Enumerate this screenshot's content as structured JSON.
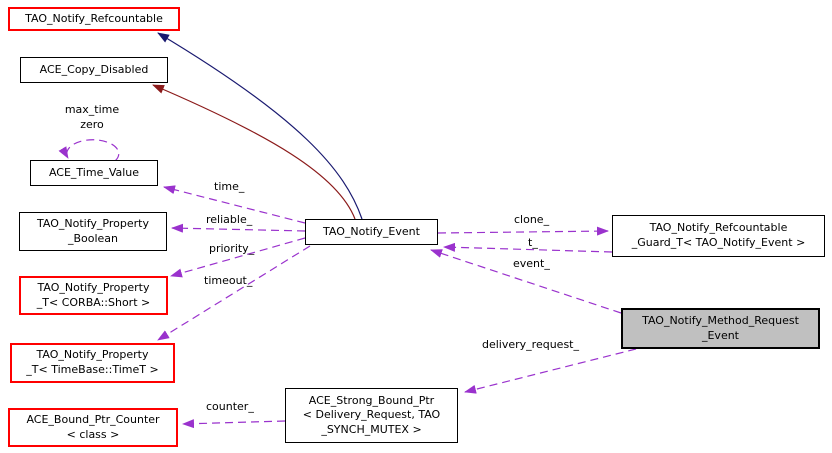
{
  "diagram": {
    "type": "class-collaboration-graph",
    "colors": {
      "background": "#ffffff",
      "public_inheritance_edge": "#191970",
      "private_inheritance_edge": "#8b1a1a",
      "usage_edge": "#9a32cd",
      "node_border": "#000000",
      "node_border_highlight": "#ff0000",
      "node_fill": "#ffffff",
      "current_node_fill": "#c0c0c0"
    },
    "nodes": {
      "refcountable": {
        "label": "TAO_Notify_Refcountable"
      },
      "copy_disabled": {
        "label": "ACE_Copy_Disabled"
      },
      "time_value": {
        "label": "ACE_Time_Value"
      },
      "property_boolean": {
        "label": "TAO_Notify_Property\n_Boolean"
      },
      "property_short": {
        "label": "TAO_Notify_Property\n_T< CORBA::Short >"
      },
      "property_timet": {
        "label": "TAO_Notify_Property\n_T< TimeBase::TimeT >"
      },
      "bound_ptr_counter": {
        "label": "ACE_Bound_Ptr_Counter\n< class >"
      },
      "notify_event": {
        "label": "TAO_Notify_Event"
      },
      "refcountable_guard": {
        "label": "TAO_Notify_Refcountable\n_Guard_T< TAO_Notify_Event >"
      },
      "method_request_event": {
        "label": "TAO_Notify_Method_Request\n_Event"
      },
      "strong_bound_ptr": {
        "label": "ACE_Strong_Bound_Ptr\n< Delivery_Request, TAO\n_SYNCH_MUTEX >"
      }
    },
    "edges": [
      {
        "from": "notify_event",
        "to": "refcountable",
        "type": "public-inheritance",
        "label": ""
      },
      {
        "from": "notify_event",
        "to": "copy_disabled",
        "type": "private-inheritance",
        "label": ""
      },
      {
        "from": "time_value",
        "to": "time_value",
        "type": "usage",
        "label": "max_time\nzero"
      },
      {
        "from": "notify_event",
        "to": "time_value",
        "type": "usage",
        "label": "time_"
      },
      {
        "from": "notify_event",
        "to": "property_boolean",
        "type": "usage",
        "label": "reliable_"
      },
      {
        "from": "notify_event",
        "to": "property_short",
        "type": "usage",
        "label": "priority_"
      },
      {
        "from": "notify_event",
        "to": "property_timet",
        "type": "usage",
        "label": "timeout_"
      },
      {
        "from": "notify_event",
        "to": "refcountable_guard",
        "type": "usage",
        "label": "clone_"
      },
      {
        "from": "refcountable_guard",
        "to": "notify_event",
        "type": "usage",
        "label": "t_"
      },
      {
        "from": "method_request_event",
        "to": "notify_event",
        "type": "usage",
        "label": "event_"
      },
      {
        "from": "method_request_event",
        "to": "strong_bound_ptr",
        "type": "usage",
        "label": "delivery_request_"
      },
      {
        "from": "strong_bound_ptr",
        "to": "bound_ptr_counter",
        "type": "usage",
        "label": "counter_"
      }
    ]
  }
}
